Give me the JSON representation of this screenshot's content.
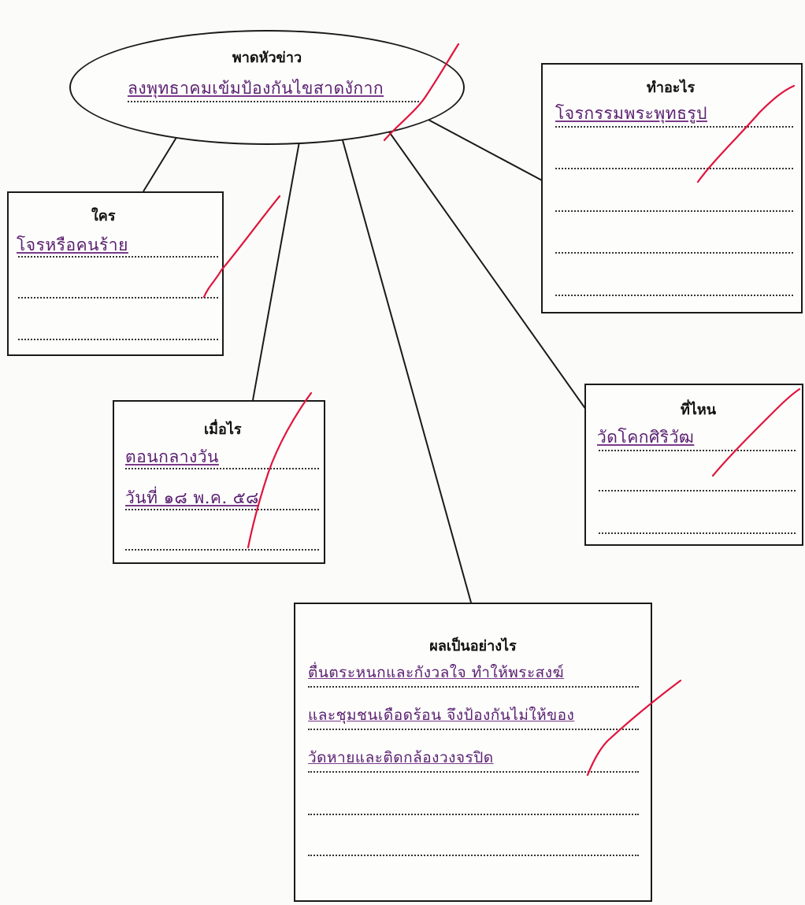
{
  "headline": {
    "label": "พาดหัวข่าว",
    "answer": "ลงพุทธาคมเข้มป้องกันไขสาดงักาก"
  },
  "who": {
    "label": "ใคร",
    "answer_lines": [
      "โจรหรือคนร้าย"
    ]
  },
  "what": {
    "label": "ทำอะไร",
    "answer_lines": [
      "โจรกรรมพระพุทธรูป"
    ]
  },
  "when": {
    "label": "เมื่อไร",
    "answer_lines": [
      "ตอนกลางวัน",
      "วันที่ ๑๘ พ.ค. ๕๘"
    ]
  },
  "where": {
    "label": "ที่ไหน",
    "answer_lines": [
      "วัดโคกศิริวัฒ"
    ]
  },
  "result": {
    "label": "ผลเป็นอย่างไร",
    "answer_lines": [
      "ตื่นตระหนกและกังวลใจ ทำให้พระสงฆ์",
      "และชุมชนเดือดร้อน จึงป้องกันไม่ให้ของ",
      "วัดหายและติดกล้องวงจรปิด"
    ]
  },
  "colors": {
    "check_mark": "#e0143c",
    "handwriting": "#5a2070",
    "outline": "#1a1a1a"
  }
}
